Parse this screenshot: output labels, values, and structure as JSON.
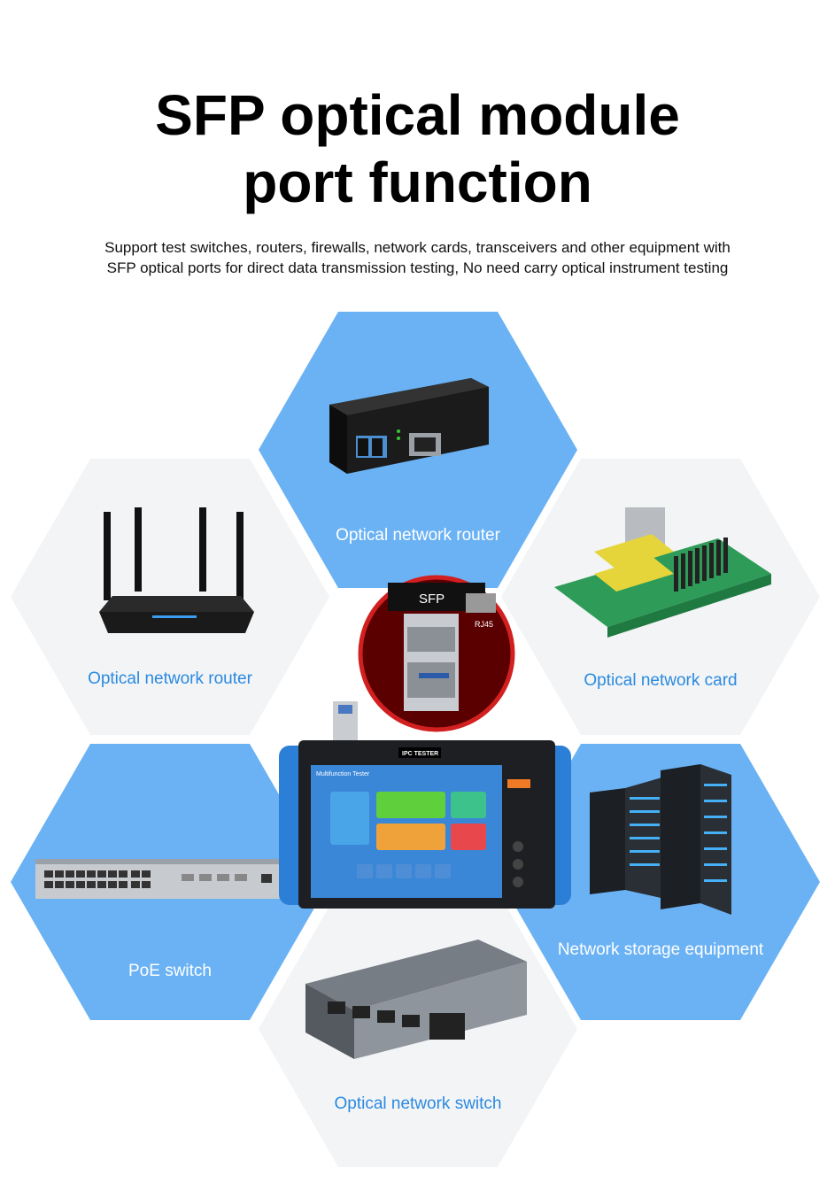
{
  "header": {
    "title_line1": "SFP optical module",
    "title_line2": "port function",
    "subtitle_line1": "Support test switches, routers, firewalls, network cards, transceivers and other equipment with",
    "subtitle_line2": "SFP optical ports for direct data transmission testing, No need carry optical instrument testing"
  },
  "hexagons": [
    {
      "label": "Optical network router",
      "color": "blue",
      "icon": "media-converter-icon"
    },
    {
      "label": "Optical network router",
      "color": "gray",
      "icon": "wifi-router-icon"
    },
    {
      "label": "Optical network card",
      "color": "gray",
      "icon": "network-card-icon"
    },
    {
      "label": "PoE switch",
      "color": "blue",
      "icon": "poe-switch-icon"
    },
    {
      "label": "Network storage equipment",
      "color": "blue",
      "icon": "server-rack-icon"
    },
    {
      "label": "Optical network switch",
      "color": "gray",
      "icon": "optical-switch-icon"
    }
  ],
  "center": {
    "sfp_port_label": "SFP",
    "rj45_label": "RJ45",
    "tester_label": "IPC TESTER",
    "screen_title": "Multifunction Tester"
  },
  "colors": {
    "hex_blue": "#6ab2f4",
    "hex_gray": "#f3f4f6",
    "label_blue": "#2a8ae0",
    "tester_blue": "#2c7fd6"
  }
}
